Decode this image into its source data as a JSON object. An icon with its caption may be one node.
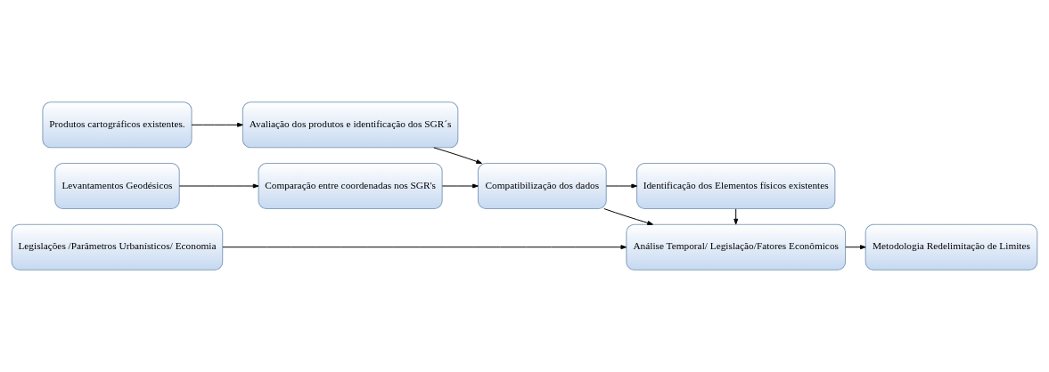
{
  "diagram": {
    "nodes": [
      {
        "text": [
          "Levantamentos Geodésicos"
        ]
      },
      {
        "text": [
          "Comparação entre coordenadas nos SGR's"
        ]
      },
      {
        "text": [
          "Produtos cartográficos existentes."
        ]
      },
      {
        "text": [
          "Avaliação dos produtos e identificação dos SGR´s"
        ]
      },
      {
        "text": [
          "Compatibilização dos dados"
        ]
      },
      {
        "text": [
          "Identificação dos Elementos físicos existentes"
        ]
      },
      {
        "text": [
          "Legislações /Parâmetros Urbanísticos/ Economia"
        ]
      },
      {
        "text": [
          "Análise Temporal/ Legislação/Fatores Econômicos"
        ]
      },
      {
        "text": [
          "Metodologia Redelimitação de Limites"
        ]
      }
    ],
    "edges": [
      {
        "from": 0,
        "to": 1,
        "arrow": "to"
      },
      {
        "from": 1,
        "to": 4,
        "arrow": "to"
      },
      {
        "from": 2,
        "to": 3,
        "arrow": "to"
      },
      {
        "from": 3,
        "to": 4,
        "arrow": "to"
      },
      {
        "from": 4,
        "to": 5,
        "arrow": "to"
      },
      {
        "from": 4,
        "to": 7,
        "arrow": "to"
      },
      {
        "from": 5,
        "to": 7,
        "arrow": "to"
      },
      {
        "from": 6,
        "to": 7,
        "arrow": "to"
      },
      {
        "from": 7,
        "to": 8,
        "arrow": "to"
      }
    ]
  }
}
